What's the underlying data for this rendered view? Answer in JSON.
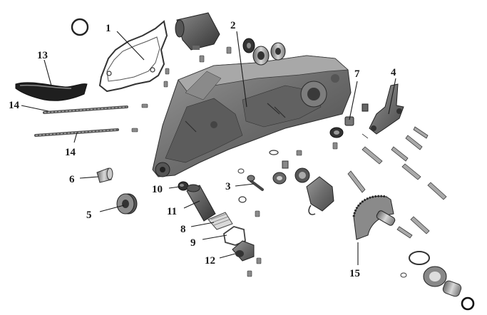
{
  "diagram": {
    "type": "exploded-parts-diagram",
    "callouts": [
      {
        "id": "c1",
        "label": "1",
        "part": "crankcase-cover-gasket"
      },
      {
        "id": "c2",
        "label": "2",
        "part": "crankcase-left"
      },
      {
        "id": "c3",
        "label": "3",
        "part": "bolt-stud"
      },
      {
        "id": "c4",
        "label": "4",
        "part": "bracket"
      },
      {
        "id": "c5",
        "label": "5",
        "part": "drive-gear-small"
      },
      {
        "id": "c6",
        "label": "6",
        "part": "bushing"
      },
      {
        "id": "c7",
        "label": "7",
        "part": "plug"
      },
      {
        "id": "c8",
        "label": "8",
        "part": "oil-strainer"
      },
      {
        "id": "c9",
        "label": "9",
        "part": "strainer-gasket"
      },
      {
        "id": "c10",
        "label": "10",
        "part": "seal-cap"
      },
      {
        "id": "c11",
        "label": "11",
        "part": "oil-filter-body"
      },
      {
        "id": "c12",
        "label": "12",
        "part": "drain-cap"
      },
      {
        "id": "c13",
        "label": "13",
        "part": "chain-guide"
      },
      {
        "id": "c14a",
        "label": "14",
        "part": "guide-rod"
      },
      {
        "id": "c14b",
        "label": "14",
        "part": "guide-rod"
      },
      {
        "id": "c15",
        "label": "15",
        "part": "kick-starter-gear"
      }
    ]
  }
}
